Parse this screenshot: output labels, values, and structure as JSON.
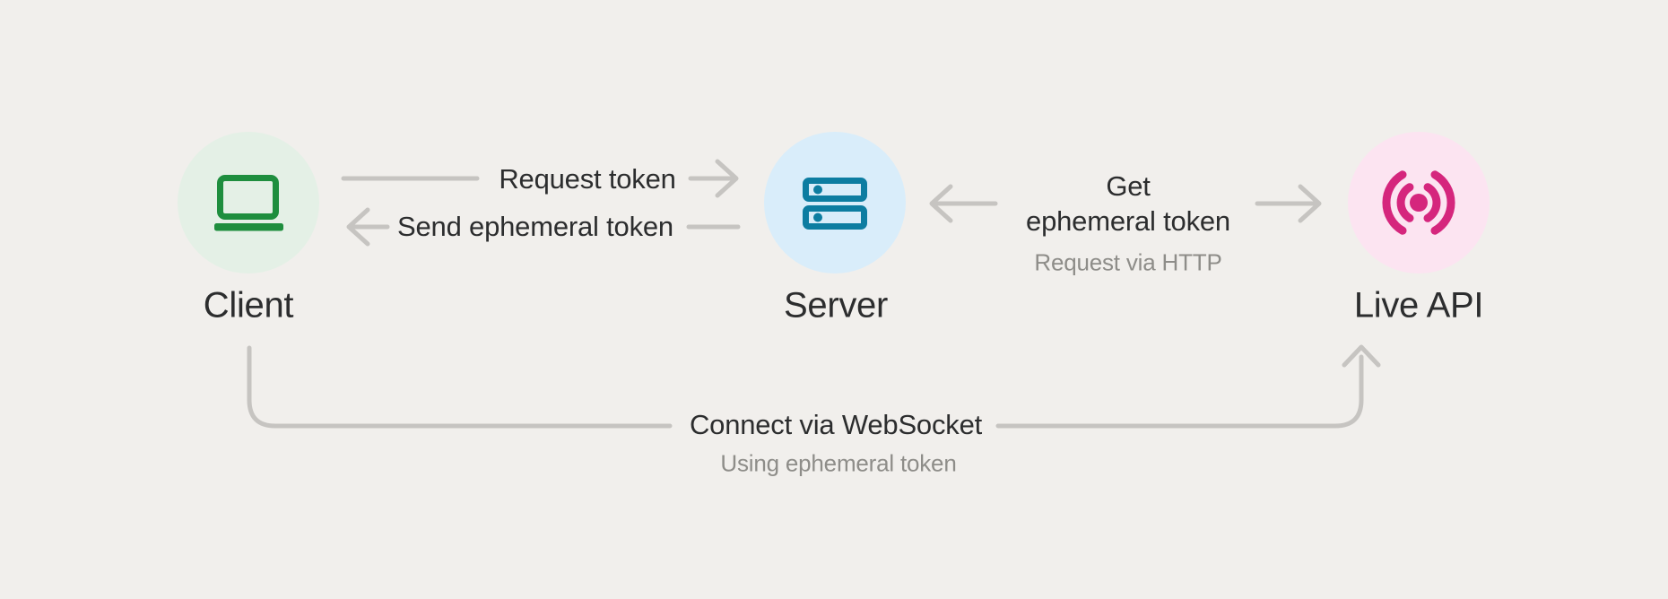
{
  "diagram": {
    "background_color": "#f1efec",
    "connector_color": "#c6c4c1",
    "text_color": "#2c2d2e",
    "muted_text_color": "#8e8d89",
    "nodes": [
      {
        "label": "Client",
        "icon": "laptop-icon",
        "icon_color": "#1e8e3e",
        "bubble_color": "#e4f0e6"
      },
      {
        "label": "Server",
        "icon": "server-icon",
        "icon_color": "#0d7da1",
        "bubble_color": "#d9edfa"
      },
      {
        "label": "Live API",
        "icon": "live-broadcast-icon",
        "icon_color": "#d5267d",
        "bubble_color": "#fce4f1"
      }
    ],
    "flows": {
      "request_token": {
        "label": "Request token",
        "from": "Client",
        "to": "Server"
      },
      "send_ephemeral_token": {
        "label": "Send ephemeral token",
        "from": "Server",
        "to": "Client"
      },
      "get_ephemeral_token": {
        "label_line1": "Get",
        "label_line2": "ephemeral token",
        "sublabel": "Request via HTTP",
        "from": "Server",
        "to": "Live API"
      },
      "connect_websocket": {
        "label": "Connect via WebSocket",
        "sublabel": "Using ephemeral token",
        "from": "Client",
        "to": "Live API"
      }
    }
  }
}
